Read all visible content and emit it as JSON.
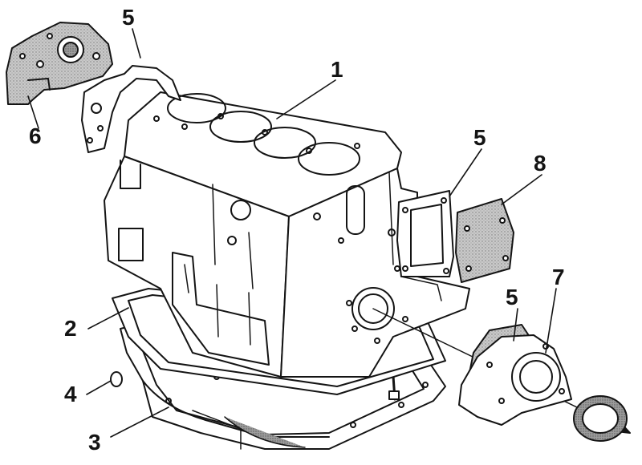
{
  "callouts": {
    "block": "1",
    "oil_pan_gasket": "2",
    "oil_pan": "3",
    "o_ring": "4",
    "gasket_front_cover": "5",
    "gasket_side_cover": "5",
    "gasket_rear_seal_holder": "5",
    "front_cover": "6",
    "rear_seal_holder": "7",
    "side_cover": "8"
  },
  "colors": {
    "ink": "#141414",
    "shade": "#bdbdbd",
    "dark_shade": "#8a8a8a",
    "paper": "#ffffff"
  }
}
